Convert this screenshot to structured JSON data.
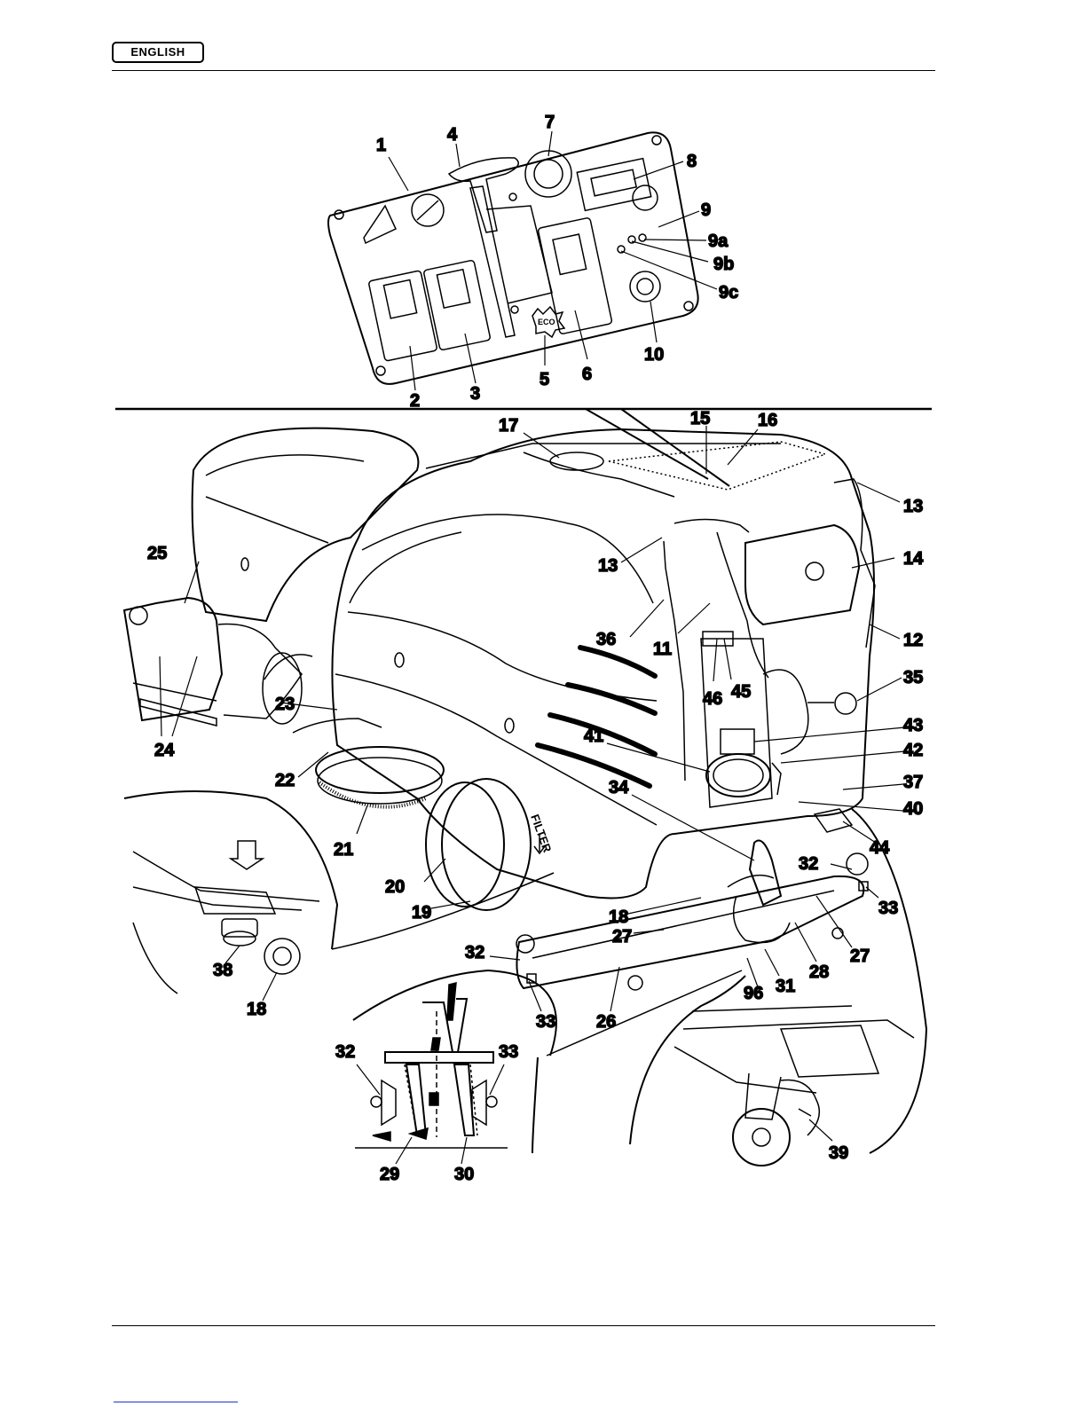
{
  "header": {
    "language_badge": "ENGLISH"
  },
  "panel": {
    "eco_label": "ECO",
    "callouts": {
      "c1": "1",
      "c2": "2",
      "c3": "3",
      "c4": "4",
      "c5": "5",
      "c6": "6",
      "c7": "7",
      "c8": "8",
      "c9": "9",
      "c9a": "9a",
      "c9b": "9b",
      "c9c": "9c",
      "c10": "10"
    }
  },
  "machine": {
    "filter_label": "FILTER",
    "callouts": {
      "c11": "11",
      "c12": "12",
      "c13a": "13",
      "c13b": "13",
      "c14": "14",
      "c15": "15",
      "c16": "16",
      "c17": "17",
      "c18a": "18",
      "c19": "19",
      "c20": "20",
      "c21": "21",
      "c22": "22",
      "c23": "23",
      "c24": "24",
      "c25": "25",
      "c26": "26",
      "c27a": "27",
      "c27b": "27",
      "c28": "28",
      "c31": "31",
      "c32a": "32",
      "c32b": "32",
      "c33a": "33",
      "c33b": "33",
      "c34": "34",
      "c35": "35",
      "c36": "36",
      "c37": "37",
      "c40": "40",
      "c41": "41",
      "c42": "42",
      "c43": "43",
      "c44": "44",
      "c45": "45",
      "c46": "46",
      "c96": "96"
    }
  },
  "detail_left": {
    "callouts": {
      "c38": "38",
      "c18b": "18"
    }
  },
  "detail_center": {
    "callouts": {
      "c32c": "32",
      "c33c": "33",
      "c29": "29",
      "c30": "30"
    }
  },
  "detail_right": {
    "callouts": {
      "c39": "39"
    }
  }
}
